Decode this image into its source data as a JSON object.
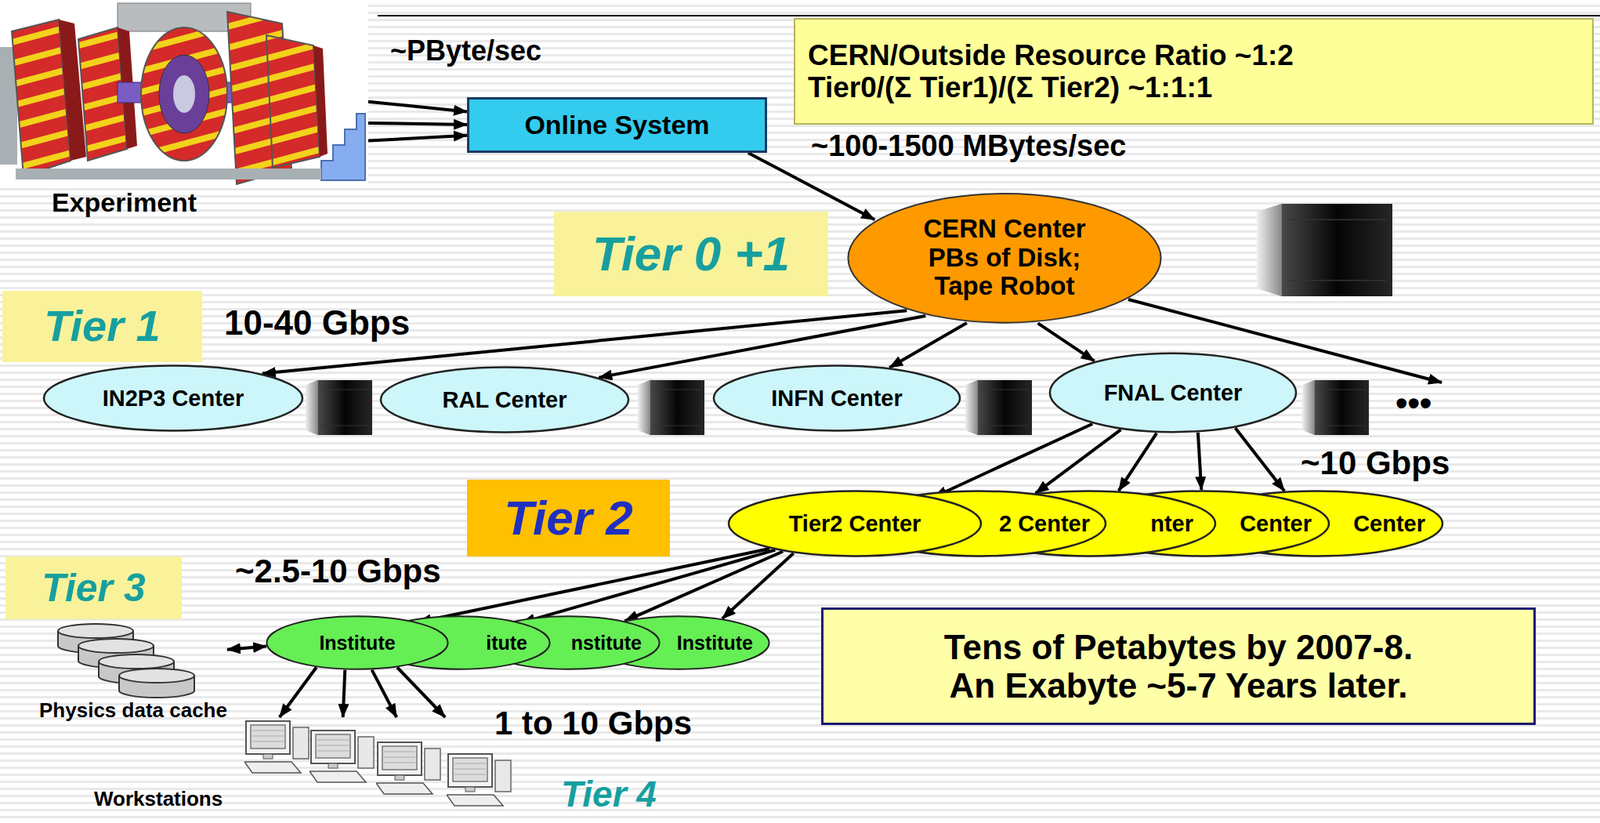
{
  "diagram": {
    "nodes": [
      {
        "text": [
          "Experiment"
        ]
      },
      {
        "text": [
          "Online System"
        ]
      },
      {
        "text": [
          "CERN/Outside Resource Ratio ~1:2",
          "Tier0/(Σ Tier1)/(Σ Tier2) ~1:1:1"
        ]
      },
      {
        "text": [
          "Tier 0 +1"
        ]
      },
      {
        "text": [
          "CERN Center PBs of Disk; Tape Robot"
        ]
      },
      {
        "text": [
          "Tier 1"
        ]
      },
      {
        "text": [
          "IN2P3 Center"
        ]
      },
      {
        "text": [
          "RAL Center"
        ]
      },
      {
        "text": [
          "INFN Center"
        ]
      },
      {
        "text": [
          "FNAL Center"
        ]
      },
      {
        "text": [
          "Tier 2"
        ]
      },
      {
        "text": [
          "Tier2 Center"
        ]
      },
      {
        "text": [
          "2 Center"
        ]
      },
      {
        "text": [
          "nter"
        ]
      },
      {
        "text": [
          "Center"
        ]
      },
      {
        "text": [
          "Center"
        ]
      },
      {
        "text": [
          "Tier 3"
        ]
      },
      {
        "text": [
          "Institute"
        ]
      },
      {
        "text": [
          "itute"
        ]
      },
      {
        "text": [
          "nstitute"
        ]
      },
      {
        "text": [
          "Institute"
        ]
      },
      {
        "text": [
          "Physics data cache"
        ]
      },
      {
        "text": [
          "Tens of Petabytes by 2007-8. An Exabyte ~5-7 Years later."
        ]
      },
      {
        "text": [
          "Workstations"
        ]
      }
    ],
    "edges": [
      {
        "from": 0,
        "to": 1,
        "arrow": "to"
      },
      {
        "from": 0,
        "to": 1,
        "arrow": "to"
      },
      {
        "from": 0,
        "to": 1,
        "arrow": "to"
      },
      {
        "from": 1,
        "to": 4,
        "arrow": "to"
      },
      {
        "from": 4,
        "to": 6,
        "arrow": "to"
      },
      {
        "from": 4,
        "to": 7,
        "arrow": "to"
      },
      {
        "from": 4,
        "to": 8,
        "arrow": "to"
      },
      {
        "from": 4,
        "to": 9,
        "arrow": "to"
      },
      {
        "from": 9,
        "to": 11,
        "arrow": "to"
      },
      {
        "from": 9,
        "to": 12,
        "arrow": "to"
      },
      {
        "from": 9,
        "to": 13,
        "arrow": "to"
      },
      {
        "from": 9,
        "to": 14,
        "arrow": "to"
      },
      {
        "from": 9,
        "to": 15,
        "arrow": "to"
      },
      {
        "from": 11,
        "to": 17,
        "arrow": "to"
      },
      {
        "from": 11,
        "to": 18,
        "arrow": "to"
      },
      {
        "from": 11,
        "to": 19,
        "arrow": "to"
      },
      {
        "from": 11,
        "to": 20,
        "arrow": "to"
      },
      {
        "from": 17,
        "to": 23,
        "arrow": "to"
      },
      {
        "from": 17,
        "to": 23,
        "arrow": "to"
      },
      {
        "from": 17,
        "to": 23,
        "arrow": "to"
      },
      {
        "from": 17,
        "to": 23,
        "arrow": "to"
      },
      {
        "from": 21,
        "to": 17,
        "arrow": "both"
      }
    ],
    "labels": [
      "~PByte/sec",
      "~100-1500 MBytes/sec",
      "10-40 Gbps",
      "•••",
      "~10 Gbps",
      "~2.5-10 Gbps",
      "1 to 10 Gbps",
      "Tier 4"
    ]
  }
}
